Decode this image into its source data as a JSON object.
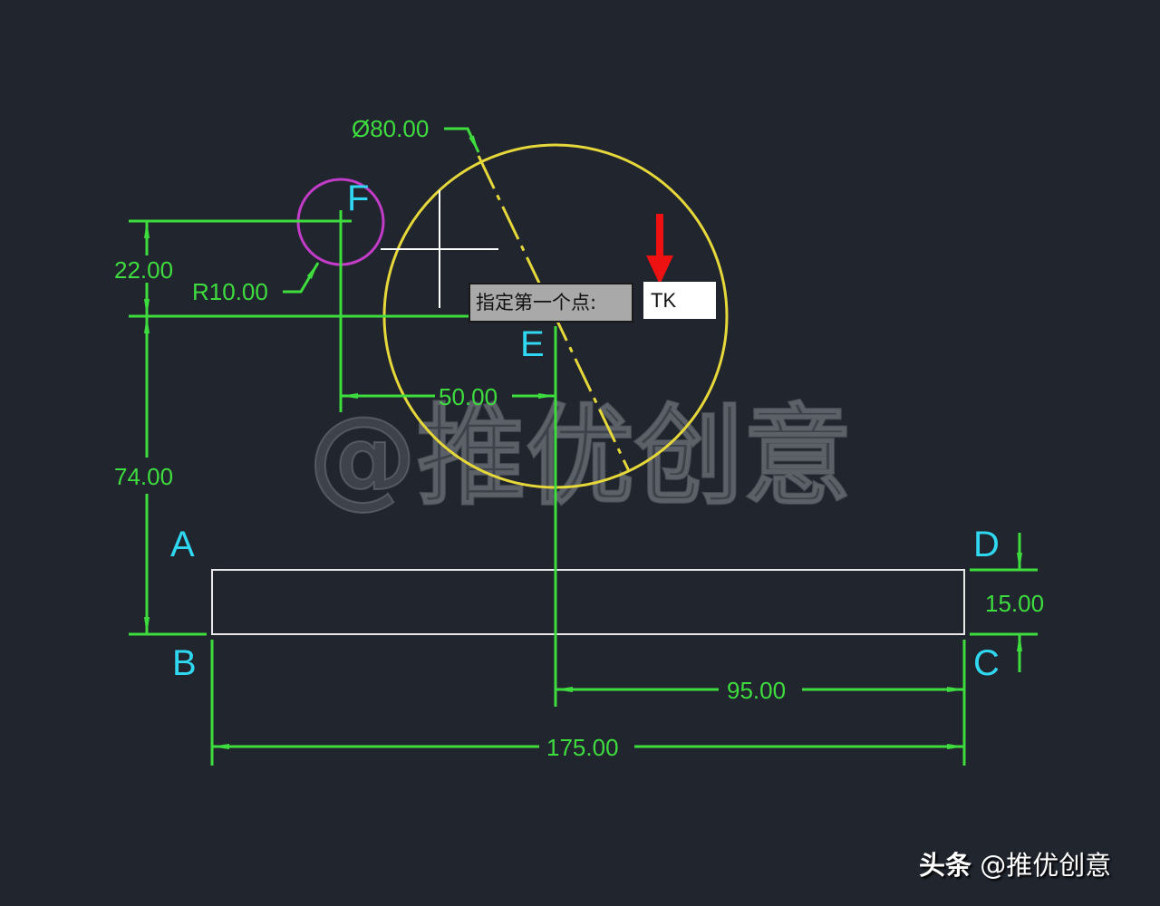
{
  "app": {
    "type": "CAD drawing canvas",
    "background_color": "#20252e"
  },
  "colors": {
    "dimension": "#3fdc3f",
    "point_label": "#2fd8f0",
    "circle_large": "#e6d83a",
    "circle_small": "#c23cc8",
    "rectangle": "#e8e8e8",
    "crosshair": "#ffffff",
    "arrow_indicator": "#ee1111"
  },
  "drawing": {
    "points": {
      "A": "A",
      "B": "B",
      "C": "C",
      "D": "D",
      "E": "E",
      "F": "F"
    },
    "dimensions": {
      "diameter": "Ø80.00",
      "radius": "R10.00",
      "vertical_upper": "22.00",
      "vertical_lower": "74.00",
      "horizontal_EF": "50.00",
      "horizontal_EC": "95.00",
      "horizontal_BC": "175.00",
      "vertical_CD": "15.00"
    }
  },
  "command_prompt": {
    "label": "指定第一个点:",
    "input_value": "TK"
  },
  "watermark": {
    "text": "@推优创意"
  },
  "credit": {
    "platform": "头条",
    "handle": "@推优创意"
  }
}
